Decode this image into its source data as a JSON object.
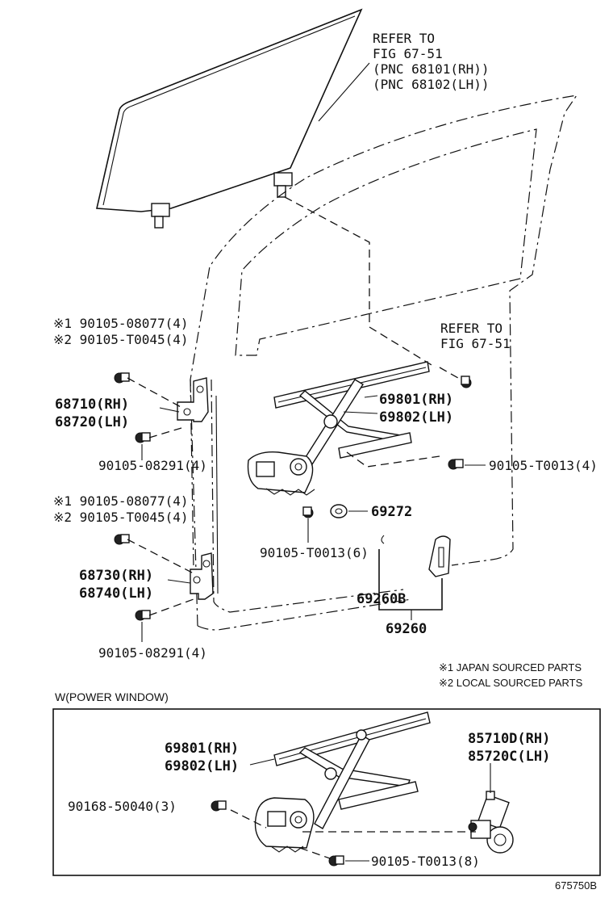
{
  "ref_glass": {
    "l1": "REFER TO",
    "l2": "FIG 67-51",
    "l3": "(PNC 68101(RH))",
    "l4": "(PNC 68102(LH))"
  },
  "ref_bolt": {
    "l1": "REFER TO",
    "l2": "FIG 67-51"
  },
  "hinge_upper": {
    "bolt1": "※1 90105-08077(4)",
    "bolt2": "※2 90105-T0045(4)",
    "rh": "68710(RH)",
    "lh": "68720(LH)",
    "bolt3": "90105-08291(4)"
  },
  "hinge_lower": {
    "bolt1": "※1 90105-08077(4)",
    "bolt2": "※2 90105-T0045(4)",
    "rh": "68730(RH)",
    "lh": "68740(LH)",
    "bolt3": "90105-08291(4)"
  },
  "regulator": {
    "rh": "69801(RH)",
    "lh": "69802(LH)",
    "bolt_right": "90105-T0013(4)",
    "grommet": "69272",
    "bolt_low": "90105-T0013(6)",
    "sub": "69260B",
    "assy": "69260"
  },
  "notes": {
    "n1": "※1 JAPAN SOURCED PARTS",
    "n2": "※2 LOCAL SOURCED PARTS"
  },
  "power_window": {
    "title": "W(POWER WINDOW)",
    "reg_rh": "69801(RH)",
    "reg_lh": "69802(LH)",
    "motor_rh": "85710D(RH)",
    "motor_lh": "85720C(LH)",
    "bolt_left": "90168-50040(3)",
    "bolt_bottom": "90105-T0013(8)"
  },
  "figure_id": "675750B"
}
